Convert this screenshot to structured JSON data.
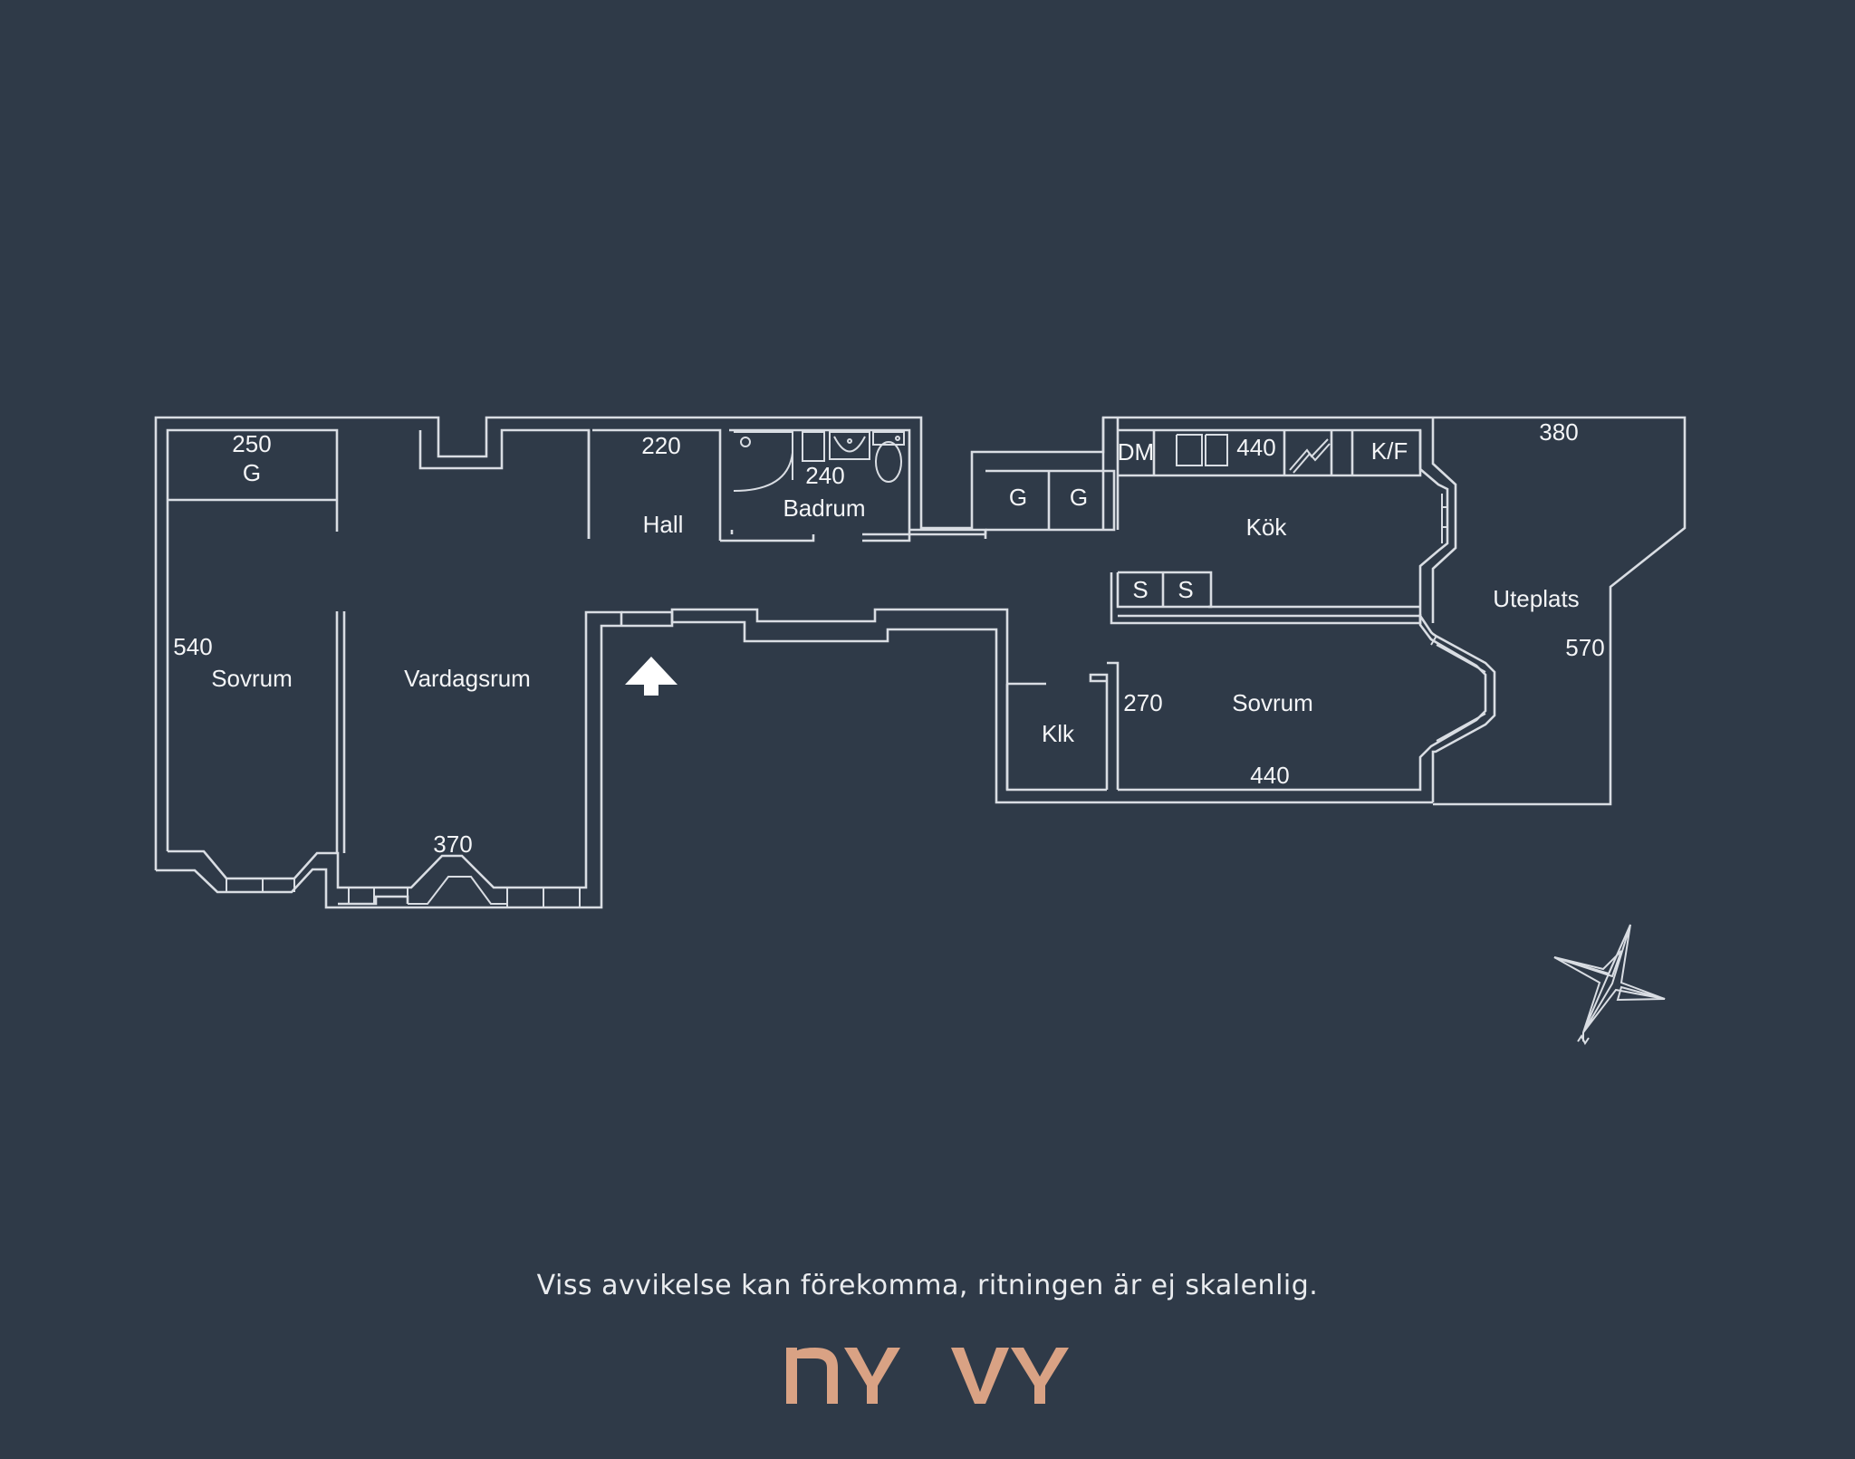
{
  "labels": {
    "g_dim": "250",
    "g_left": "G",
    "hall_dim": "220",
    "hall": "Hall",
    "bath_dim": "240",
    "bath": "Badrum",
    "sov1_dim": "540",
    "sov1": "Sovrum",
    "vard": "Vardagsrum",
    "vard_dim": "370",
    "g_mid1": "G",
    "g_mid2": "G",
    "dm": "DM",
    "kok_dim": "440",
    "kf": "K/F",
    "kok": "Kök",
    "s1": "S",
    "s2": "S",
    "klk": "Klk",
    "sov2_dim1": "270",
    "sov2": "Sovrum",
    "sov2_dim2": "440",
    "ute_dim1": "380",
    "ute": "Uteplats",
    "ute_dim2": "570"
  },
  "compass_icon": "north-compass-icon",
  "entrance_icon": "entrance-arrow-icon",
  "disclaimer": "Viss avvikelse kan förekomma, ritningen är ej skalenlig.",
  "brand": {
    "name": "NY VY",
    "color": "#d9a284"
  },
  "colors": {
    "background": "#2f3a48",
    "lines": "#d9dde3"
  }
}
